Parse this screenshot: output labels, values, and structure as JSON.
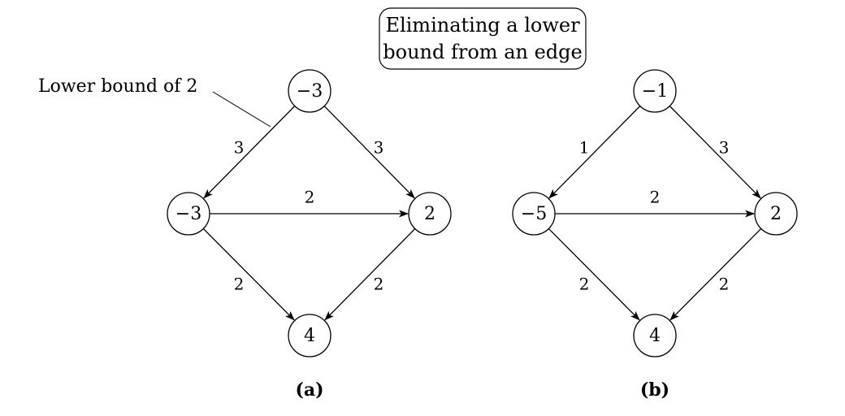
{
  "callout": {
    "line1": "Eliminating a lower",
    "line2": "bound from an edge"
  },
  "annotation": {
    "text": "Lower bound of 2"
  },
  "panels": [
    {
      "label": "(a)",
      "nodes": [
        {
          "id": "top",
          "value": "−3"
        },
        {
          "id": "left",
          "value": "−3"
        },
        {
          "id": "right",
          "value": "2"
        },
        {
          "id": "bottom",
          "value": "4"
        }
      ],
      "edges": [
        {
          "from": "top",
          "to": "left",
          "label": "3"
        },
        {
          "from": "top",
          "to": "right",
          "label": "3"
        },
        {
          "from": "left",
          "to": "right",
          "label": "2"
        },
        {
          "from": "left",
          "to": "bottom",
          "label": "2"
        },
        {
          "from": "right",
          "to": "bottom",
          "label": "2"
        }
      ]
    },
    {
      "label": "(b)",
      "nodes": [
        {
          "id": "top",
          "value": "−1"
        },
        {
          "id": "left",
          "value": "−5"
        },
        {
          "id": "right",
          "value": "2"
        },
        {
          "id": "bottom",
          "value": "4"
        }
      ],
      "edges": [
        {
          "from": "top",
          "to": "left",
          "label": "1"
        },
        {
          "from": "top",
          "to": "right",
          "label": "3"
        },
        {
          "from": "left",
          "to": "right",
          "label": "2"
        },
        {
          "from": "left",
          "to": "bottom",
          "label": "2"
        },
        {
          "from": "right",
          "to": "bottom",
          "label": "2"
        }
      ]
    }
  ]
}
